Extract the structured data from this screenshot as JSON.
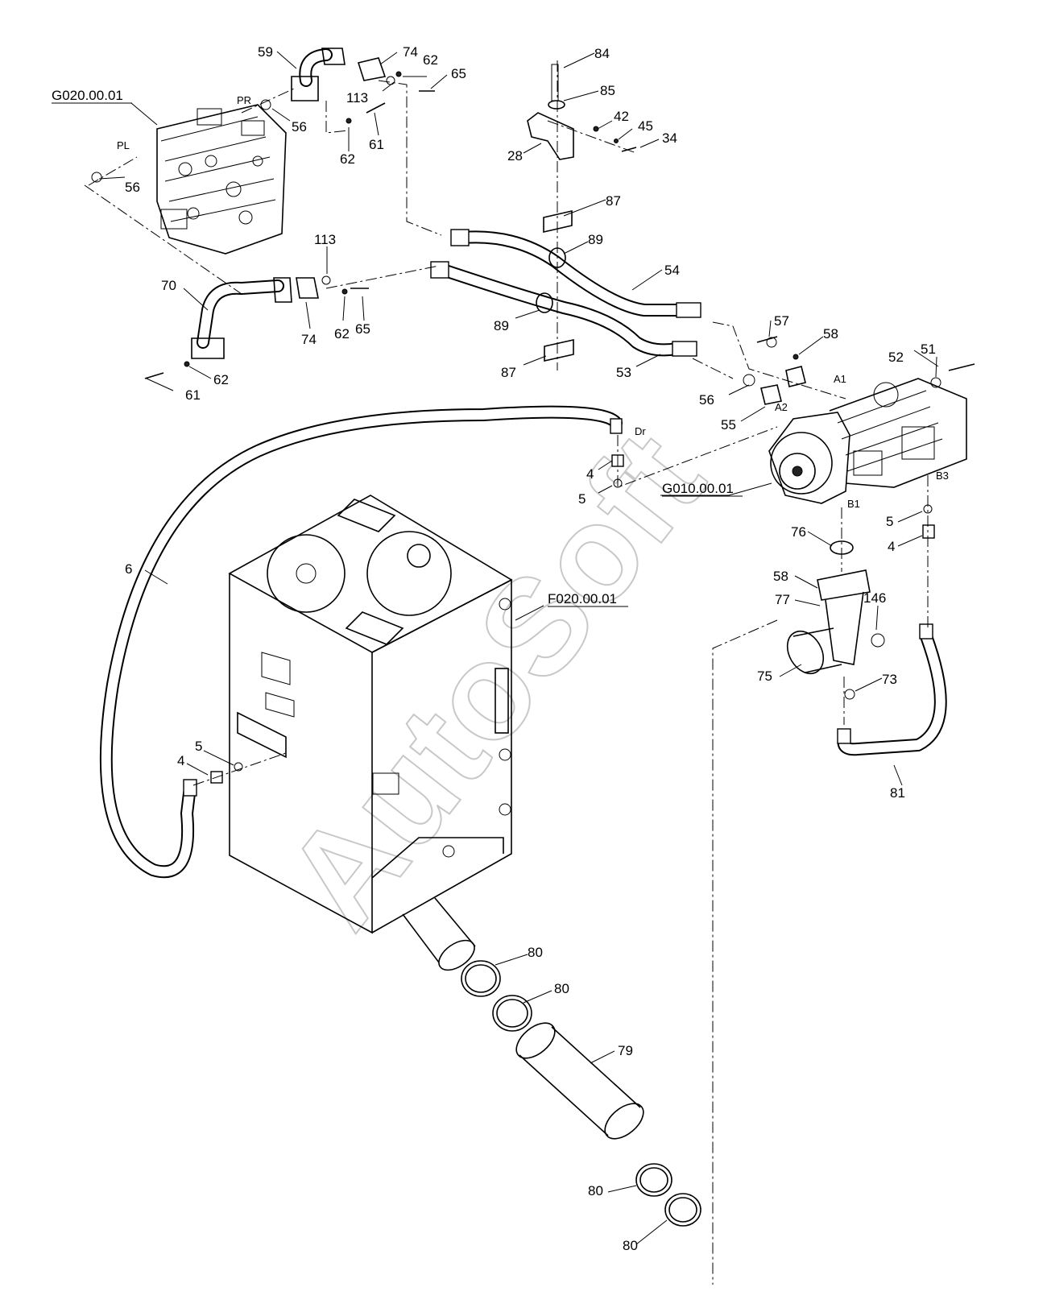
{
  "watermark": "AutoSoft",
  "references": {
    "control_valve": "G020.00.01",
    "pump": "G010.00.01",
    "tank": "F020.00.01"
  },
  "port_labels": [
    "PR",
    "PL",
    "Dr",
    "A1",
    "A2",
    "B1",
    "B3"
  ],
  "callouts": [
    "59",
    "74",
    "62",
    "65",
    "113",
    "56",
    "62",
    "61",
    "84",
    "85",
    "42",
    "45",
    "34",
    "28",
    "56",
    "87",
    "89",
    "54",
    "113",
    "70",
    "74",
    "62",
    "65",
    "89",
    "57",
    "58",
    "87",
    "53",
    "61",
    "62",
    "51",
    "52",
    "56",
    "55",
    "4",
    "5",
    "5",
    "4",
    "76",
    "58",
    "77",
    "146",
    "6",
    "75",
    "73",
    "5",
    "4",
    "81",
    "80",
    "80",
    "79",
    "80",
    "80"
  ]
}
